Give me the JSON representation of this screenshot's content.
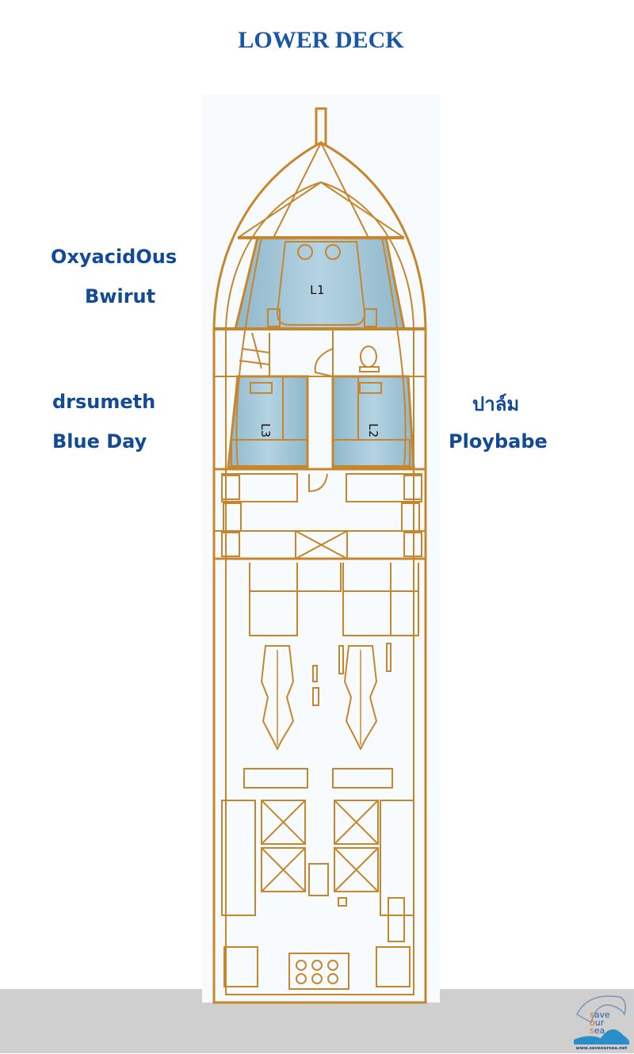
{
  "title": "LOWER DECK",
  "guests": {
    "l1_line1": "OxyacidOus",
    "l1_line2": "Bwirut",
    "l3_line1": "drsumeth",
    "l3_line2": "Blue Day",
    "l2_line1": "ปาล์ม",
    "l2_line2": "Ploybabe"
  },
  "cabins": {
    "l1": "L1",
    "l2": "L2",
    "l3": "L3"
  },
  "logo": {
    "line1": "save",
    "line2": "our",
    "line3": "sea",
    "url": "www.saveoursea.net"
  },
  "colors": {
    "outline": "#c8862c",
    "cabin_fill": "#9dc4d6",
    "label": "#124a96",
    "title": "#1a56a8",
    "footer": "#cfcfcf"
  }
}
